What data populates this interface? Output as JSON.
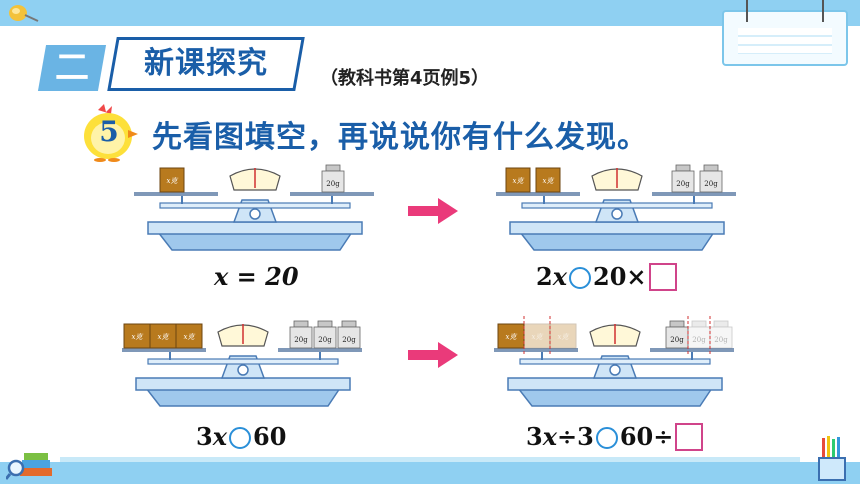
{
  "header": {
    "section_number": "二",
    "section_title": "新课探究",
    "reference": "（教科书第4页例5）"
  },
  "problem": {
    "number": "5",
    "prompt": "先看图填空，再说说你有什么发现。"
  },
  "scales": {
    "box_label": "x克",
    "weight_label": "20g"
  },
  "equations": {
    "eq1": "x = 20",
    "eq2_left": "2",
    "eq2_var": "x",
    "eq2_right": "20×",
    "eq3_left": "3",
    "eq3_var": "x",
    "eq3_right": "60",
    "eq4_left": "3",
    "eq4_var": "x",
    "eq4_mid": "÷3",
    "eq4_right": "60÷"
  },
  "colors": {
    "theme_blue": "#1a5ea8",
    "bar_blue": "#8fd0f2",
    "arrow_pink": "#ea3a7a",
    "box_brown": "#b87a1e"
  },
  "icons": [
    "pushpin-icon",
    "notepad-icon",
    "chick-icon",
    "arrow-right-icon",
    "books-magnifier-icon",
    "pencil-cup-icon"
  ]
}
